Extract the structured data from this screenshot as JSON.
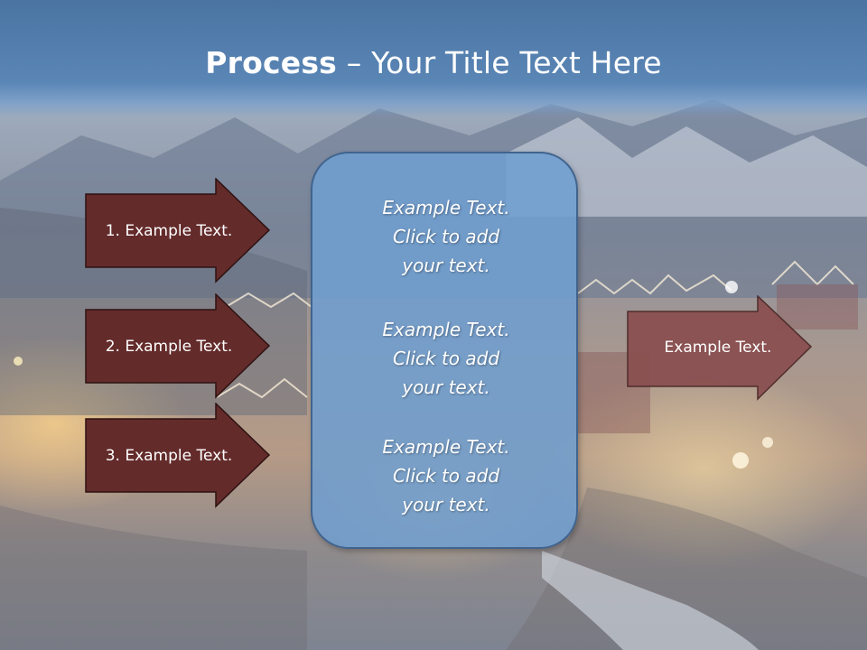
{
  "title": {
    "bold": "Process",
    "rest": " – Your Title Text Here"
  },
  "left_steps": [
    {
      "label": "1. Example Text."
    },
    {
      "label": "2. Example Text."
    },
    {
      "label": "3. Example Text."
    }
  ],
  "center_box": {
    "blocks": [
      {
        "line1": "Example Text.",
        "line2": "Click  to add",
        "line3": "your text."
      },
      {
        "line1": "Example Text.",
        "line2": "Click  to add",
        "line3": "your text."
      },
      {
        "line1": "Example Text.",
        "line2": "Click  to add",
        "line3": "your text."
      }
    ]
  },
  "output_step": {
    "label": "Example Text."
  },
  "colors": {
    "header": "#4f7aab",
    "left_arrow_fill": "#642b2b",
    "output_arrow_fill": "#8a5050",
    "center_box_fill": "#709ecf"
  }
}
